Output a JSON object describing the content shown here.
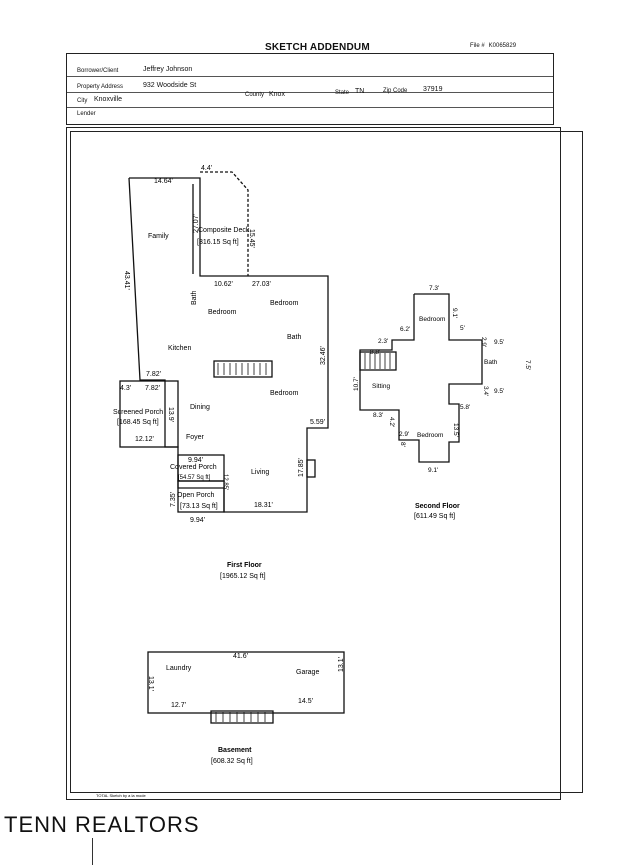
{
  "header": {
    "title": "SKETCH ADDENDUM",
    "file_label": "File #",
    "file_number": "K0065829"
  },
  "info": {
    "borrower_label": "Borrower/Client",
    "borrower": "Jeffrey Johnson",
    "property_label": "Property Address",
    "property": "932 Woodside St",
    "city_label": "City",
    "city": "Knoxville",
    "county_label": "County",
    "county": "Knox",
    "state_label": "State",
    "state": "TN",
    "zip_label": "Zip Code",
    "zip": "37919",
    "lender_label": "Lender"
  },
  "sketch": {
    "first_floor": {
      "title": "First Floor",
      "area": "[1965.12 Sq ft]",
      "rooms": [
        "Family",
        "Bath",
        "Bedroom",
        "Bedroom",
        "Bath",
        "Kitchen",
        "Dining",
        "Bedroom",
        "Foyer",
        "Living"
      ],
      "dims": [
        "14.64'",
        "4.4'",
        "43.41'",
        "27.07'",
        "10.62'",
        "27.03'",
        "32.46'",
        "7.82'",
        "5.59'",
        "17.85'",
        "18.31'",
        "9.94'",
        "7.35'"
      ]
    },
    "deck": {
      "title": "Composite Deck",
      "area": "[316.15 Sq ft]",
      "dim": "15.45'"
    },
    "screened_porch": {
      "title": "Screened Porch",
      "area": "[168.45 Sq ft]",
      "dims": [
        "4.3'",
        "7.82'",
        "13.9'",
        "12.12'"
      ]
    },
    "covered_porch": {
      "title": "Covered Porch",
      "area": "[54.57 Sq ft]",
      "dim": "9.94'"
    },
    "open_porch": {
      "title": "Open Porch",
      "area": "[73.13 Sq ft]",
      "dim": "12.85'"
    },
    "second_floor": {
      "title": "Second Floor",
      "area": "[611.49 Sq ft]",
      "rooms": [
        "Bedroom",
        "Bath",
        "Sitting",
        "Bedroom"
      ],
      "dims": [
        "7.3'",
        "9.1'",
        "6.2'",
        "5'",
        "2.3'",
        "2.9'",
        "9.5'",
        "8.8'",
        "7.5'",
        "10.7'",
        "3.4'",
        "9.5'",
        "8.3'",
        "5.8'",
        "4.2'",
        "2.9'",
        "13.5'",
        "8'",
        "9.1'"
      ]
    },
    "basement": {
      "title": "Basement",
      "area": "[608.32 Sq ft]",
      "rooms": [
        "Laundry",
        "Garage"
      ],
      "dims": [
        "41.6'",
        "13.1'",
        "13.1'",
        "12.7'",
        "14.5'"
      ]
    },
    "footer_note": "TOTAL Sketch by a la mode"
  },
  "watermark": "TENN REALTORS"
}
